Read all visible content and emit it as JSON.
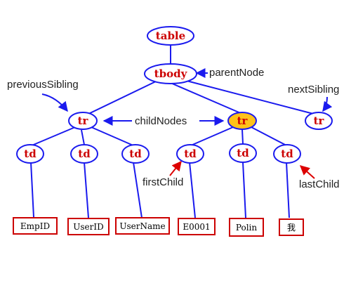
{
  "colors": {
    "edge": "#1a1aee",
    "node_stroke": "#1a1aee",
    "node_text": "#cc0000",
    "highlight_fill": "#ffc21a",
    "leaf_box": "#cc0000",
    "arrow_red": "#dd0000",
    "rel_text": "#222222"
  },
  "nodes": {
    "table": "table",
    "tbody": "tbody",
    "tr": "tr",
    "td": "td"
  },
  "relations": {
    "parentNode": "parentNode",
    "previousSibling": "previousSibling",
    "nextSibling": "nextSibling",
    "childNodes": "childNodes",
    "firstChild": "firstChild",
    "lastChild": "lastChild"
  },
  "leaves": [
    "EmpID",
    "UserID",
    "UserName",
    "E0001",
    "Polin",
    "我"
  ]
}
